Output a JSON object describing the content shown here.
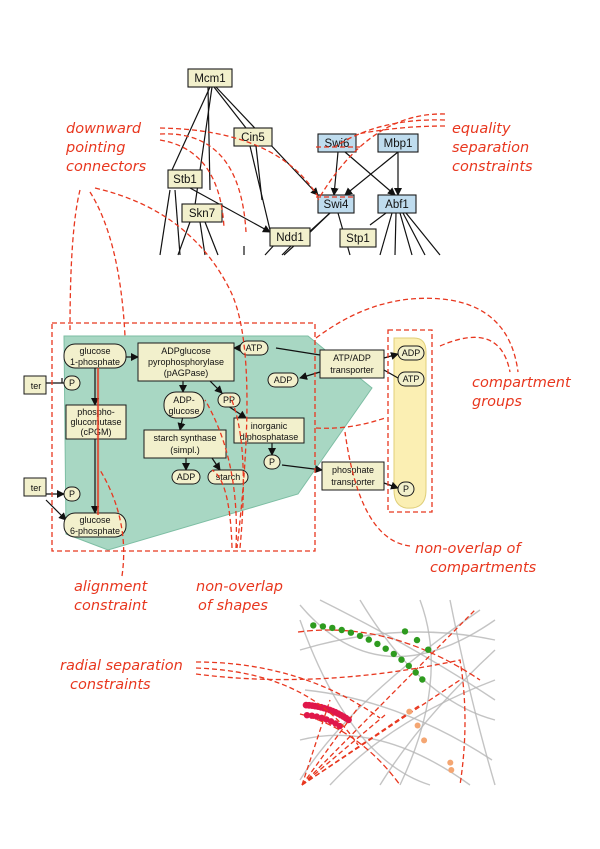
{
  "network": {
    "nodes": [
      {
        "id": "mcm1",
        "label": "Mcm1",
        "color": "yellow"
      },
      {
        "id": "cin5",
        "label": "Cin5",
        "color": "yellow"
      },
      {
        "id": "swi6",
        "label": "Swi6",
        "color": "blue"
      },
      {
        "id": "mbp1",
        "label": "Mbp1",
        "color": "blue"
      },
      {
        "id": "stb1",
        "label": "Stb1",
        "color": "yellow"
      },
      {
        "id": "skn7",
        "label": "Skn7",
        "color": "yellow"
      },
      {
        "id": "ndd1",
        "label": "Ndd1",
        "color": "yellow"
      },
      {
        "id": "swi4",
        "label": "Swi4",
        "color": "blue"
      },
      {
        "id": "abf1",
        "label": "Abf1",
        "color": "blue"
      },
      {
        "id": "stp1",
        "label": "Stp1",
        "color": "yellow"
      }
    ]
  },
  "metabolic": {
    "nodes": [
      {
        "id": "g1p",
        "lines": [
          "glucose",
          "1-phosphate"
        ]
      },
      {
        "id": "pgm",
        "lines": [
          "phospho-",
          "glucomutase",
          "(cPGM)"
        ]
      },
      {
        "id": "g6p",
        "lines": [
          "glucose",
          "6-phosphate"
        ]
      },
      {
        "id": "agpase",
        "lines": [
          "ADPglucose",
          "pyrophosphorylase",
          "(pAGPase)"
        ]
      },
      {
        "id": "adpg",
        "lines": [
          "ADP-",
          "glucose"
        ]
      },
      {
        "id": "ss",
        "lines": [
          "starch synthase",
          "(simpl.)"
        ]
      },
      {
        "id": "adp1",
        "lines": [
          "ADP"
        ]
      },
      {
        "id": "starch",
        "lines": [
          "starch"
        ]
      },
      {
        "id": "atp1",
        "lines": [
          "ATP"
        ]
      },
      {
        "id": "pp",
        "lines": [
          "PP"
        ]
      },
      {
        "id": "idp",
        "lines": [
          "inorganic",
          "diphosphatase"
        ]
      },
      {
        "id": "p3",
        "lines": [
          "P"
        ]
      },
      {
        "id": "p1",
        "lines": [
          "P"
        ]
      },
      {
        "id": "p2",
        "lines": [
          "P"
        ]
      },
      {
        "id": "transl1",
        "lines": [
          "ter"
        ]
      },
      {
        "id": "transl2",
        "lines": [
          "ter"
        ]
      },
      {
        "id": "atpadp",
        "lines": [
          "ATP/ADP",
          "transporter"
        ]
      },
      {
        "id": "adp2",
        "lines": [
          "ADP"
        ]
      },
      {
        "id": "pt",
        "lines": [
          "phosphate",
          "transporter"
        ]
      },
      {
        "id": "adp3",
        "lines": [
          "ADP"
        ]
      },
      {
        "id": "atp2",
        "lines": [
          "ATP"
        ]
      },
      {
        "id": "p4",
        "lines": [
          "P"
        ]
      }
    ]
  },
  "annotations": [
    {
      "id": "downward",
      "lines": [
        "downward",
        "pointing",
        "connectors"
      ]
    },
    {
      "id": "equality",
      "lines": [
        "equality",
        "separation",
        "constraints"
      ]
    },
    {
      "id": "compartment",
      "lines": [
        "compartment",
        "groups"
      ]
    },
    {
      "id": "nonoverlap-comp",
      "lines": [
        "non-overlap of",
        "compartments"
      ]
    },
    {
      "id": "alignment",
      "lines": [
        "alignment",
        "constraint"
      ]
    },
    {
      "id": "nonoverlap-shapes",
      "lines": [
        "non-overlap",
        "of shapes"
      ]
    },
    {
      "id": "radial",
      "lines": [
        "radial separation",
        "constraints"
      ]
    }
  ],
  "colors": {
    "annotation": "#e8371f",
    "node_fill": "#f2f0cc",
    "node_blue": "#bfdcee",
    "compartment_green": "#9fd3bd",
    "compartment_yellow": "#fbefb3",
    "dot_green": "#2e9b1f",
    "dot_red": "#e0174a",
    "dot_orange": "#f4a672"
  }
}
